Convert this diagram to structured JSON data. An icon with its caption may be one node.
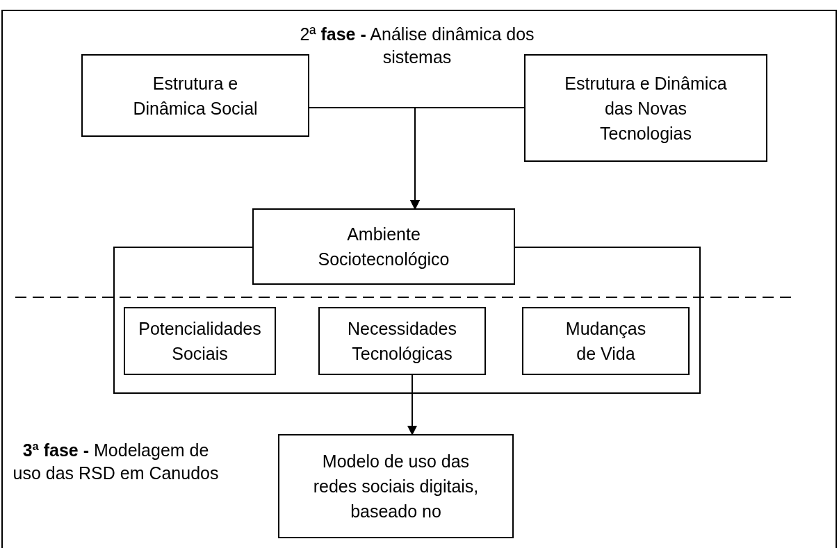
{
  "diagram": {
    "nodes": [
      {
        "text": [
          "Estrutura e Dinâmica Social"
        ]
      },
      {
        "text": [
          "Estrutura e Dinâmica das Novas Tecnologias"
        ]
      },
      {
        "text": [
          "Ambiente Sociotecnológico"
        ]
      },
      {
        "text": [],
        "shape": "box"
      },
      {
        "text": [
          "Potencialidades Sociais"
        ],
        "in": 3
      },
      {
        "text": [
          "Necessidades Tecnológicas"
        ],
        "in": 3
      },
      {
        "text": [
          "Mudanças de Vida"
        ],
        "in": 3
      },
      {
        "text": [
          "Modelo de uso das redes sociais digitais, baseado no"
        ]
      }
    ],
    "edges": [
      {
        "from": 0,
        "to": 2,
        "arrow": "to"
      },
      {
        "from": 1,
        "to": 2,
        "arrow": "to"
      },
      {
        "from": 5,
        "to": 7,
        "arrow": "to"
      }
    ],
    "labels": [
      "2ª **fase -** Análise dinâmica dos sistemas",
      "**3ª fase -** Modelagem de uso das RSD em Canudos"
    ]
  }
}
